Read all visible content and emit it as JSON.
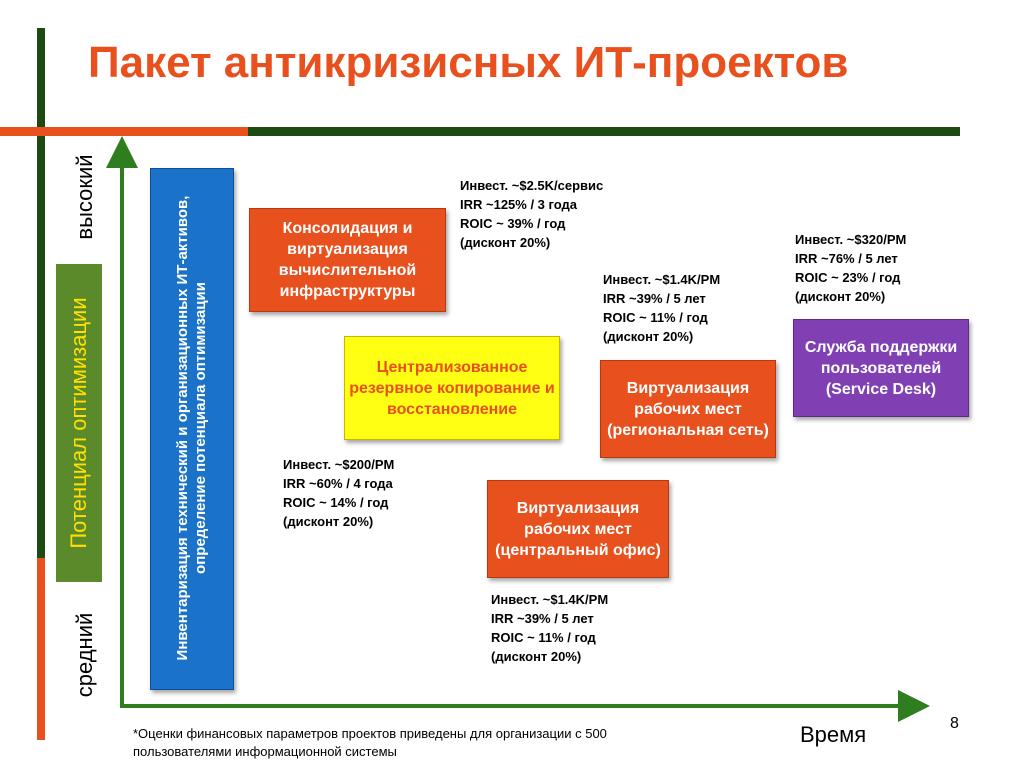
{
  "title": "Пакет антикризисных ИТ-проектов",
  "axis": {
    "y_label": "Потенциал оптимизации",
    "y_high": "высокий",
    "y_mid": "средний",
    "x_label": "Время"
  },
  "foundation": "Инвентаризация технический и организационных ИТ-активов, определение потенциала оптимизации",
  "projects": [
    {
      "label": "Консолидация и виртуализация вычислительной инфраструктуры",
      "color": "#e8501e"
    },
    {
      "label": "Централизованное резервное копирование и восстановление",
      "color": "#ffff14"
    },
    {
      "label": "Виртуализация рабочих мест (региональная сеть)",
      "color": "#e8501e"
    },
    {
      "label": "Виртуализация рабочих мест (центральный офис)",
      "color": "#e8501e"
    },
    {
      "label": "Служба поддержки пользователей (Service Desk)",
      "color": "#8040b4"
    }
  ],
  "financials": [
    {
      "invest": "Инвест. ~$2.5K/сервис",
      "irr": "IRR ~125% / 3 года",
      "roic": "ROIC ~ 39% / год",
      "discount": "(дисконт 20%)"
    },
    {
      "invest": "Инвест. ~$1.4K/PM",
      "irr": "IRR ~39% / 5 лет",
      "roic": "ROIC ~ 11% / год",
      "discount": "(дисконт 20%)"
    },
    {
      "invest": "Инвест. ~$320/PM",
      "irr": "IRR ~76% / 5 лет",
      "roic": "ROIC ~ 23% / год",
      "discount": "(дисконт 20%)"
    },
    {
      "invest": "Инвест. ~$200/PM",
      "irr": "IRR ~60% / 4 года",
      "roic": "ROIC ~ 14% / год",
      "discount": "(дисконт 20%)"
    },
    {
      "invest": "Инвест. ~$1.4K/PM",
      "irr": "IRR ~39% / 5 лет",
      "roic": "ROIC ~ 11% / год",
      "discount": "(дисконт 20%)"
    }
  ],
  "footnote": "*Оценки финансовых параметров проектов приведены для организации с 500 пользователями информационной системы",
  "page_number": "8",
  "colors": {
    "accent": "#e8501e",
    "dark_green": "#1d4a11",
    "axis_green": "#2e7d1e",
    "blue": "#1a72c9"
  }
}
